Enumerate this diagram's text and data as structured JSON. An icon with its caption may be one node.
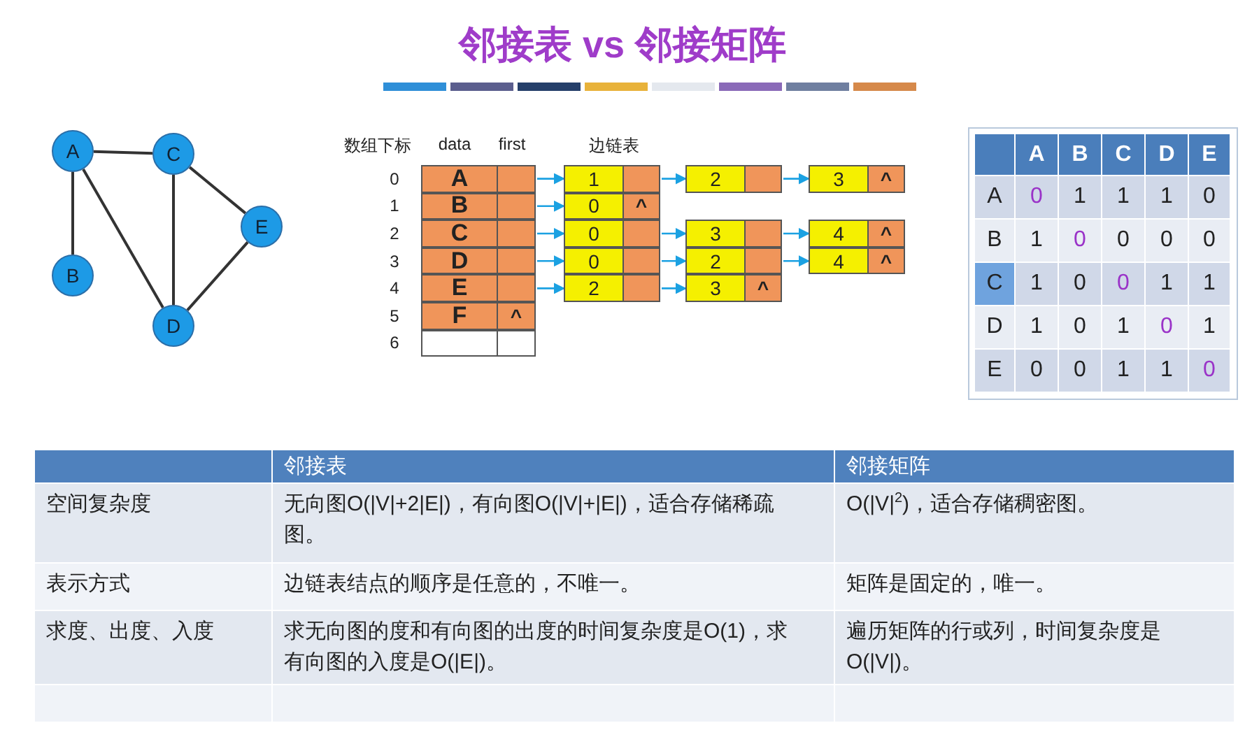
{
  "diagram": {
    "title": "邻接表 vs 邻接矩阵",
    "nodes": [
      {
        "text": [
          "A"
        ]
      },
      {
        "text": [
          "B"
        ]
      },
      {
        "text": [
          "C"
        ]
      },
      {
        "text": [
          "D"
        ]
      },
      {
        "text": [
          "E"
        ]
      },
      {
        "text": [
          "A"
        ],
        "beside": [
          "0"
        ]
      },
      {
        "text": [
          "B"
        ],
        "beside": [
          "1"
        ]
      },
      {
        "text": [
          "C"
        ],
        "beside": [
          "2"
        ]
      },
      {
        "text": [
          "D"
        ],
        "beside": [
          "3"
        ]
      },
      {
        "text": [
          "E"
        ],
        "beside": [
          "4"
        ]
      },
      {
        "text": [
          "F",
          "^"
        ],
        "beside": [
          "5"
        ]
      },
      {
        "text": [],
        "shape": "box",
        "beside": [
          "6"
        ]
      },
      {
        "text": [
          "1"
        ]
      },
      {
        "text": [
          "2"
        ]
      },
      {
        "text": [
          "3",
          "^"
        ]
      },
      {
        "text": [
          "0",
          "^"
        ]
      },
      {
        "text": [
          "0"
        ]
      },
      {
        "text": [
          "3"
        ]
      },
      {
        "text": [
          "4",
          "^"
        ]
      },
      {
        "text": [
          "0"
        ]
      },
      {
        "text": [
          "2"
        ]
      },
      {
        "text": [
          "4",
          "^"
        ]
      },
      {
        "text": [
          "2"
        ]
      },
      {
        "text": [
          "3",
          "^"
        ]
      }
    ],
    "edges": [
      {
        "from": 0,
        "to": 2,
        "arrow": "none",
        "color": "#333333"
      },
      {
        "from": 0,
        "to": 1,
        "arrow": "none",
        "color": "#333333"
      },
      {
        "from": 0,
        "to": 3,
        "arrow": "none",
        "color": "#333333"
      },
      {
        "from": 2,
        "to": 3,
        "arrow": "none",
        "color": "#333333"
      },
      {
        "from": 2,
        "to": 4,
        "arrow": "none",
        "color": "#333333"
      },
      {
        "from": 4,
        "to": 3,
        "arrow": "none",
        "color": "#333333"
      },
      {
        "from": 5,
        "to": 12,
        "arrow": "to"
      },
      {
        "from": 12,
        "to": 13,
        "arrow": "to"
      },
      {
        "from": 13,
        "to": 14,
        "arrow": "to"
      },
      {
        "from": 6,
        "to": 15,
        "arrow": "to"
      },
      {
        "from": 7,
        "to": 16,
        "arrow": "to"
      },
      {
        "from": 16,
        "to": 17,
        "arrow": "to"
      },
      {
        "from": 17,
        "to": 18,
        "arrow": "to"
      },
      {
        "from": 8,
        "to": 19,
        "arrow": "to"
      },
      {
        "from": 19,
        "to": 20,
        "arrow": "to"
      },
      {
        "from": 20,
        "to": 21,
        "arrow": "to"
      },
      {
        "from": 9,
        "to": 22,
        "arrow": "to"
      },
      {
        "from": 22,
        "to": 23,
        "arrow": "to"
      }
    ],
    "labels": [
      "数组下标",
      "data",
      "first",
      "边链表",
      "A",
      "B",
      "C",
      "D",
      "E",
      "A",
      "0",
      "1",
      "1",
      "1",
      "0",
      "B",
      "1",
      "0",
      "0",
      "0",
      "0",
      "C",
      "1",
      "0",
      "0",
      "1",
      "1",
      "D",
      "1",
      "0",
      "1",
      "0",
      "1",
      "E",
      "0",
      "0",
      "1",
      "1",
      "0",
      "邻接表",
      "邻接矩阵",
      "空间复杂度",
      "无向图O(|V|+2|E|)，有向图O(|V|+|E|)，适合存储稀疏图。",
      "O(|V|$^{2}$)，适合存储稠密图。",
      "表示方式",
      "边链表结点的顺序是任意的，不唯一。",
      "矩阵是固定的，唯一。",
      "求度、出度、入度",
      "求无向图的度和有向图的出度的时间复杂度是O(1)，求有向图的入度是O(|E|)。",
      "遍历矩阵的行或列，时间复杂度是O(|V|)。"
    ]
  }
}
